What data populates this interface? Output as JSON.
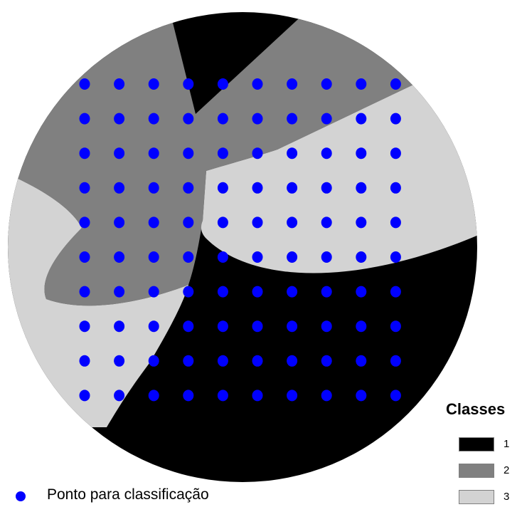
{
  "legend": {
    "title": "Classes",
    "items": [
      {
        "label": "1",
        "color": "#000000"
      },
      {
        "label": "2",
        "color": "#808080"
      },
      {
        "label": "3",
        "color": "#d3d3d3"
      }
    ]
  },
  "point_legend": {
    "label": "Ponto para classificação",
    "color": "#0000ff"
  },
  "sample_grid": {
    "rows": 10,
    "cols": 10,
    "color": "#0000ff"
  }
}
